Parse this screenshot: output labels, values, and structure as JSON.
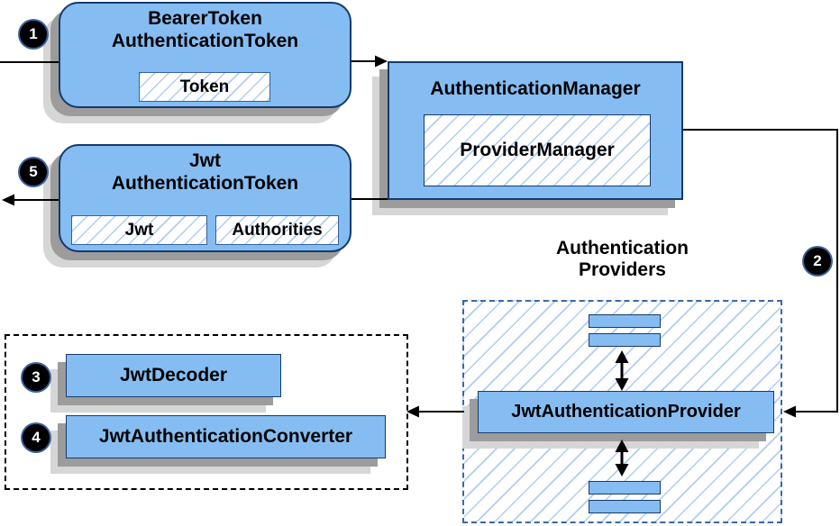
{
  "theme": {
    "box_fill": "#85bdf2",
    "box_border": "#143a6c",
    "chip_border": "#35609f",
    "hatch_line": "#aecdf2",
    "providers_border": "#3a67a8",
    "shadow_dark": "#9c9c9c",
    "shadow_light": "#d6d6d6",
    "arrow_color": "#000000",
    "badge_bg": "#000000",
    "badge_ring": "#3b62a0",
    "badge_text": "#ffffff"
  },
  "badges": {
    "b1": "1",
    "b2": "2",
    "b3": "3",
    "b4": "4",
    "b5": "5"
  },
  "bearer_token": {
    "title_line1": "BearerToken",
    "title_line2": "AuthenticationToken",
    "chip": "Token"
  },
  "auth_manager": {
    "title": "AuthenticationManager",
    "inner": "ProviderManager"
  },
  "jwt_token": {
    "title_line1": "Jwt",
    "title_line2": "AuthenticationToken",
    "chip_jwt": "Jwt",
    "chip_authorities": "Authorities"
  },
  "providers": {
    "title_line1": "Authentication",
    "title_line2": "Providers",
    "provider": "JwtAuthenticationProvider"
  },
  "converters": {
    "decoder": "JwtDecoder",
    "converter": "JwtAuthenticationConverter"
  }
}
